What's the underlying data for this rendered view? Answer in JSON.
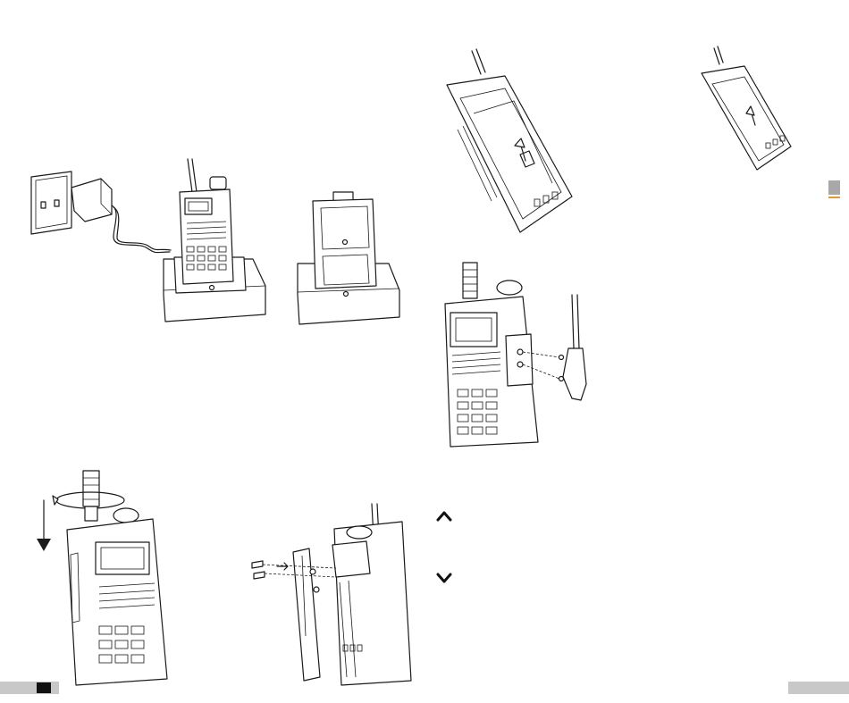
{
  "document": {
    "type": "two-page manual spread",
    "text": []
  },
  "figures": [
    {
      "name": "charger-and-radio-in-cradle"
    },
    {
      "name": "battery-in-cradle"
    },
    {
      "name": "battery-slide-on-back-large"
    },
    {
      "name": "battery-slide-on-back-small"
    },
    {
      "name": "earpiece-jack-connection"
    },
    {
      "name": "antenna-install"
    },
    {
      "name": "belt-clip-install"
    }
  ],
  "navigation": {
    "scroll_up_icon": "chevron-up-icon",
    "scroll_down_icon": "chevron-down-icon"
  },
  "colors": {
    "line": "#1a1a1a",
    "footer_bar": "#c8c8c8",
    "page_marker": "#111111",
    "side_tab": "#a8a8a8",
    "side_tab_accent": "#e39a2d"
  }
}
